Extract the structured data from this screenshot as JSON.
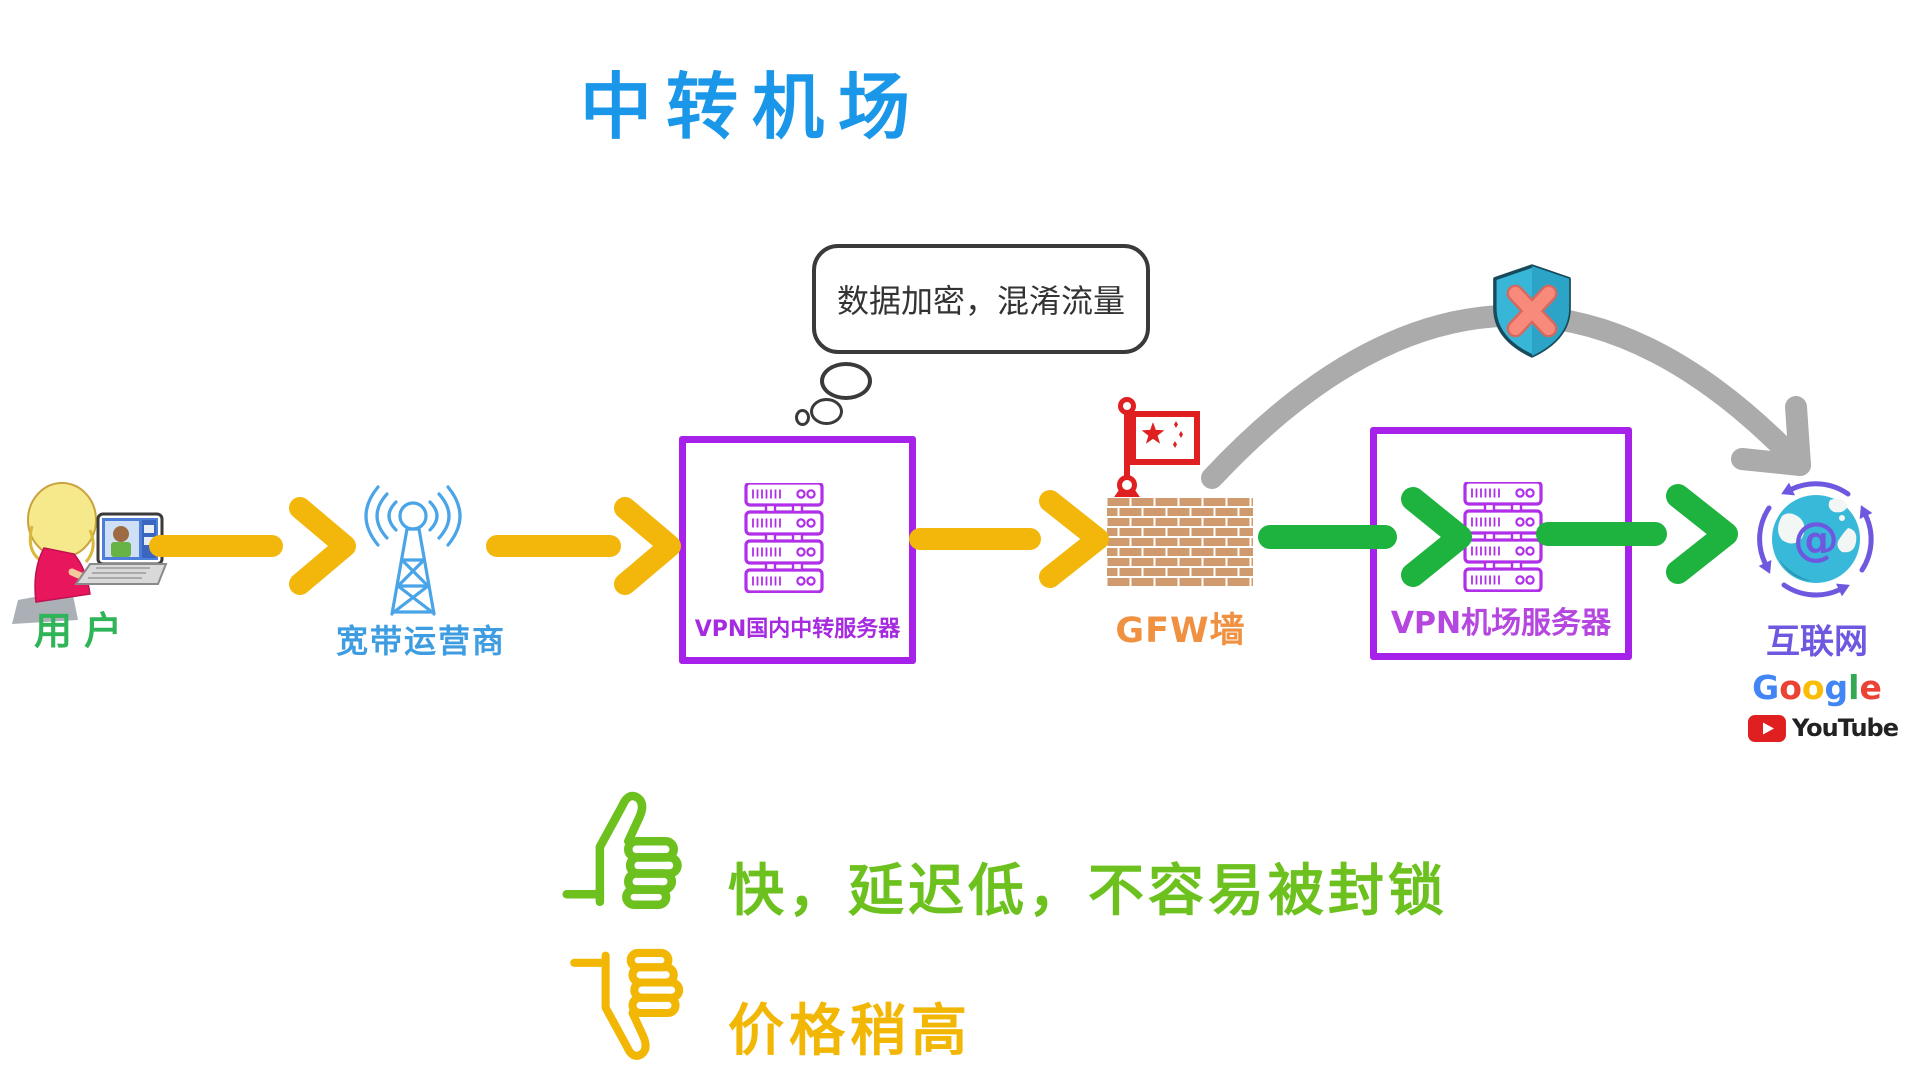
{
  "title": "中转机场",
  "nodes": {
    "user": {
      "label": "用户"
    },
    "isp": {
      "label": "宽带运营商"
    },
    "relay_server": {
      "label": "VPN国内中转服务器"
    },
    "gfw": {
      "label": "GFW墙"
    },
    "airport_server": {
      "label": "VPN机场服务器"
    },
    "internet": {
      "label": "互联网",
      "google_letters": [
        {
          "ch": "G",
          "color": "#4285F4"
        },
        {
          "ch": "o",
          "color": "#EA4335"
        },
        {
          "ch": "o",
          "color": "#FBBC05"
        },
        {
          "ch": "g",
          "color": "#4285F4"
        },
        {
          "ch": "l",
          "color": "#34A853"
        },
        {
          "ch": "e",
          "color": "#EA4335"
        }
      ],
      "youtube_label": "YouTube"
    }
  },
  "thought_bubble": {
    "text": "数据加密，混淆流量"
  },
  "verdict": {
    "pros": "快，延迟低，不容易被封锁",
    "cons": "价格稍高"
  },
  "colors": {
    "title_blue": "#1b97ea",
    "flow_yellow": "#f3b70b",
    "flow_green": "#1eb23e",
    "blocked_gray": "#ababab",
    "box_purple": "#a621e9",
    "server_purple": "#b02fe8",
    "antenna_blue": "#49a4e8",
    "user_green": "#2fb457",
    "gfw_orange": "#ef9140",
    "flag_red": "#e02020",
    "brick_tan": "#cf9a6e",
    "internet_purple": "#6f58e0",
    "globe_teal": "#39b9d9",
    "shield_teal": "#38b6d7",
    "shield_x_salmon": "#f78a7a",
    "pro_green": "#6cc11e",
    "con_amber": "#f2b705"
  }
}
